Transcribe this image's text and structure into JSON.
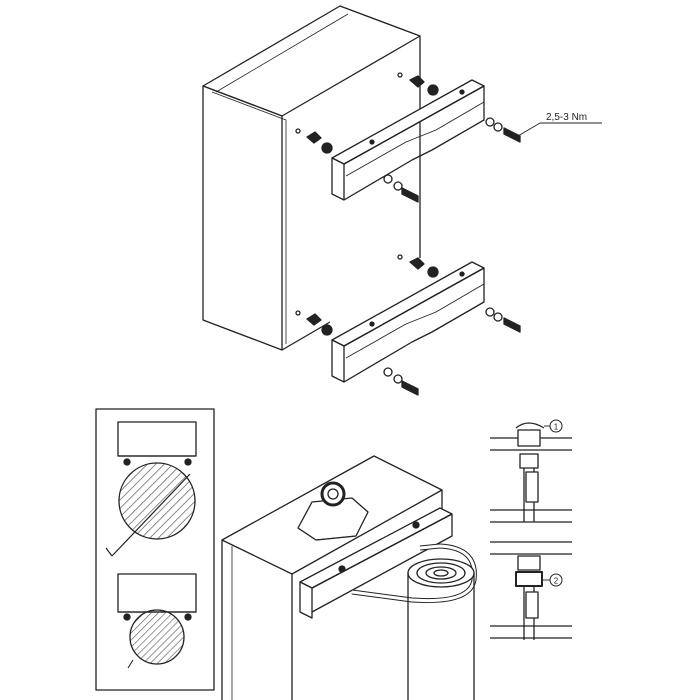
{
  "labels": {
    "torque": "2,5-3 Nm",
    "step_1": "1",
    "step_2": "2"
  },
  "colors": {
    "ink": "#222222",
    "hatch": "#555555",
    "background": "#ffffff"
  }
}
